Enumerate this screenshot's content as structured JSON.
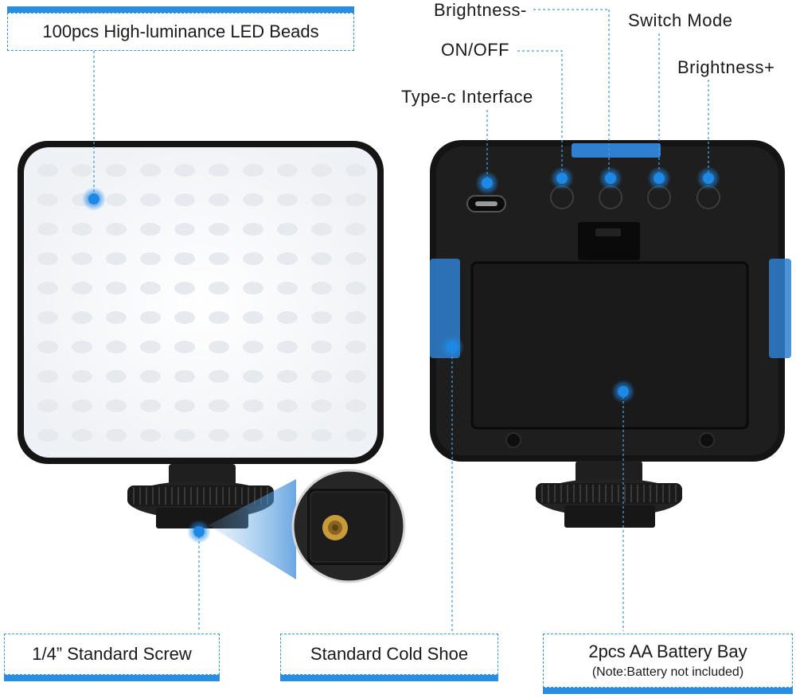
{
  "callouts": {
    "led_beads": "100pcs High-luminance LED Beads",
    "brightness_minus": "Brightness-",
    "on_off": "ON/OFF",
    "switch_mode": "Switch Mode",
    "brightness_plus": "Brightness+",
    "type_c": "Type-c Interface",
    "screw": "1/4” Standard Screw",
    "cold_shoe": "Standard Cold Shoe",
    "battery_bay": "2pcs AA Battery Bay",
    "battery_note": "(Note:Battery not included)"
  },
  "colors": {
    "accent": "#2a8ee0",
    "dot": "#1e88e5",
    "device_body": "#1c1c1c",
    "led_panel": "#f6f7f9"
  },
  "icons": [
    "power-icon",
    "minus-icon",
    "mode-icon",
    "plus-icon",
    "usb-c-port-icon"
  ]
}
